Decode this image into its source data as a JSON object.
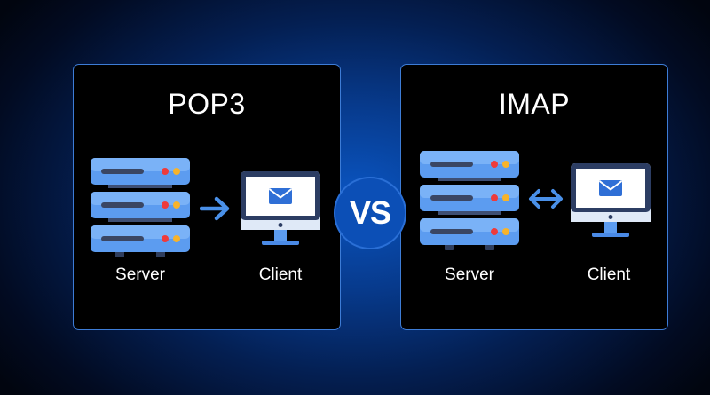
{
  "left_panel": {
    "title": "POP3",
    "server_label": "Server",
    "client_label": "Client",
    "connector": "one-way-arrow"
  },
  "right_panel": {
    "title": "IMAP",
    "server_label": "Server",
    "client_label": "Client",
    "connector": "two-way-arrow"
  },
  "vs_label": "VS",
  "colors": {
    "background": "#041f52",
    "panel": "#000000",
    "panel_border": "#3d7cd6",
    "server_blue": "#5c9cf0",
    "arrow_blue": "#4a90e8",
    "vs_badge": "#0c4fb6",
    "led_red": "#ee3b3b",
    "led_orange": "#f7b32b"
  }
}
